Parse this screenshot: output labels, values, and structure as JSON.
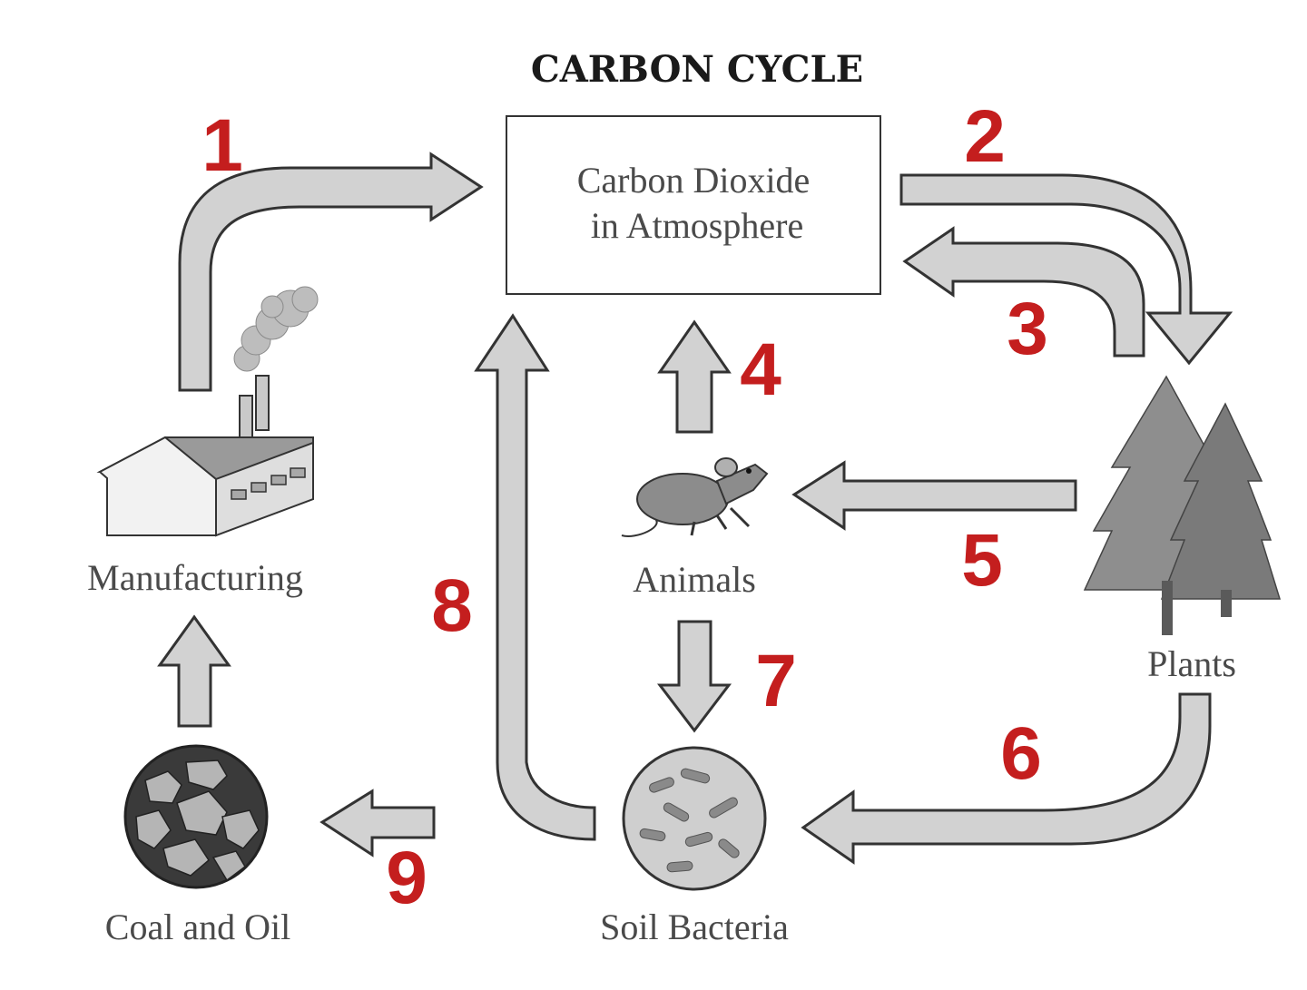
{
  "title": "CARBON CYCLE",
  "nodes": {
    "atmosphere": {
      "line1": "Carbon Dioxide",
      "line2": "in Atmosphere"
    },
    "manufacturing": "Manufacturing",
    "plants": "Plants",
    "animals": "Animals",
    "soil_bacteria": "Soil Bacteria",
    "coal_oil": "Coal and Oil"
  },
  "arrow_numbers": {
    "n1": "1",
    "n2": "2",
    "n3": "3",
    "n4": "4",
    "n5": "5",
    "n6": "6",
    "n7": "7",
    "n8": "8",
    "n9": "9"
  },
  "colors": {
    "number": "#c41e1e",
    "arrow_fill": "#d2d2d2",
    "text": "#4a4a4a"
  }
}
